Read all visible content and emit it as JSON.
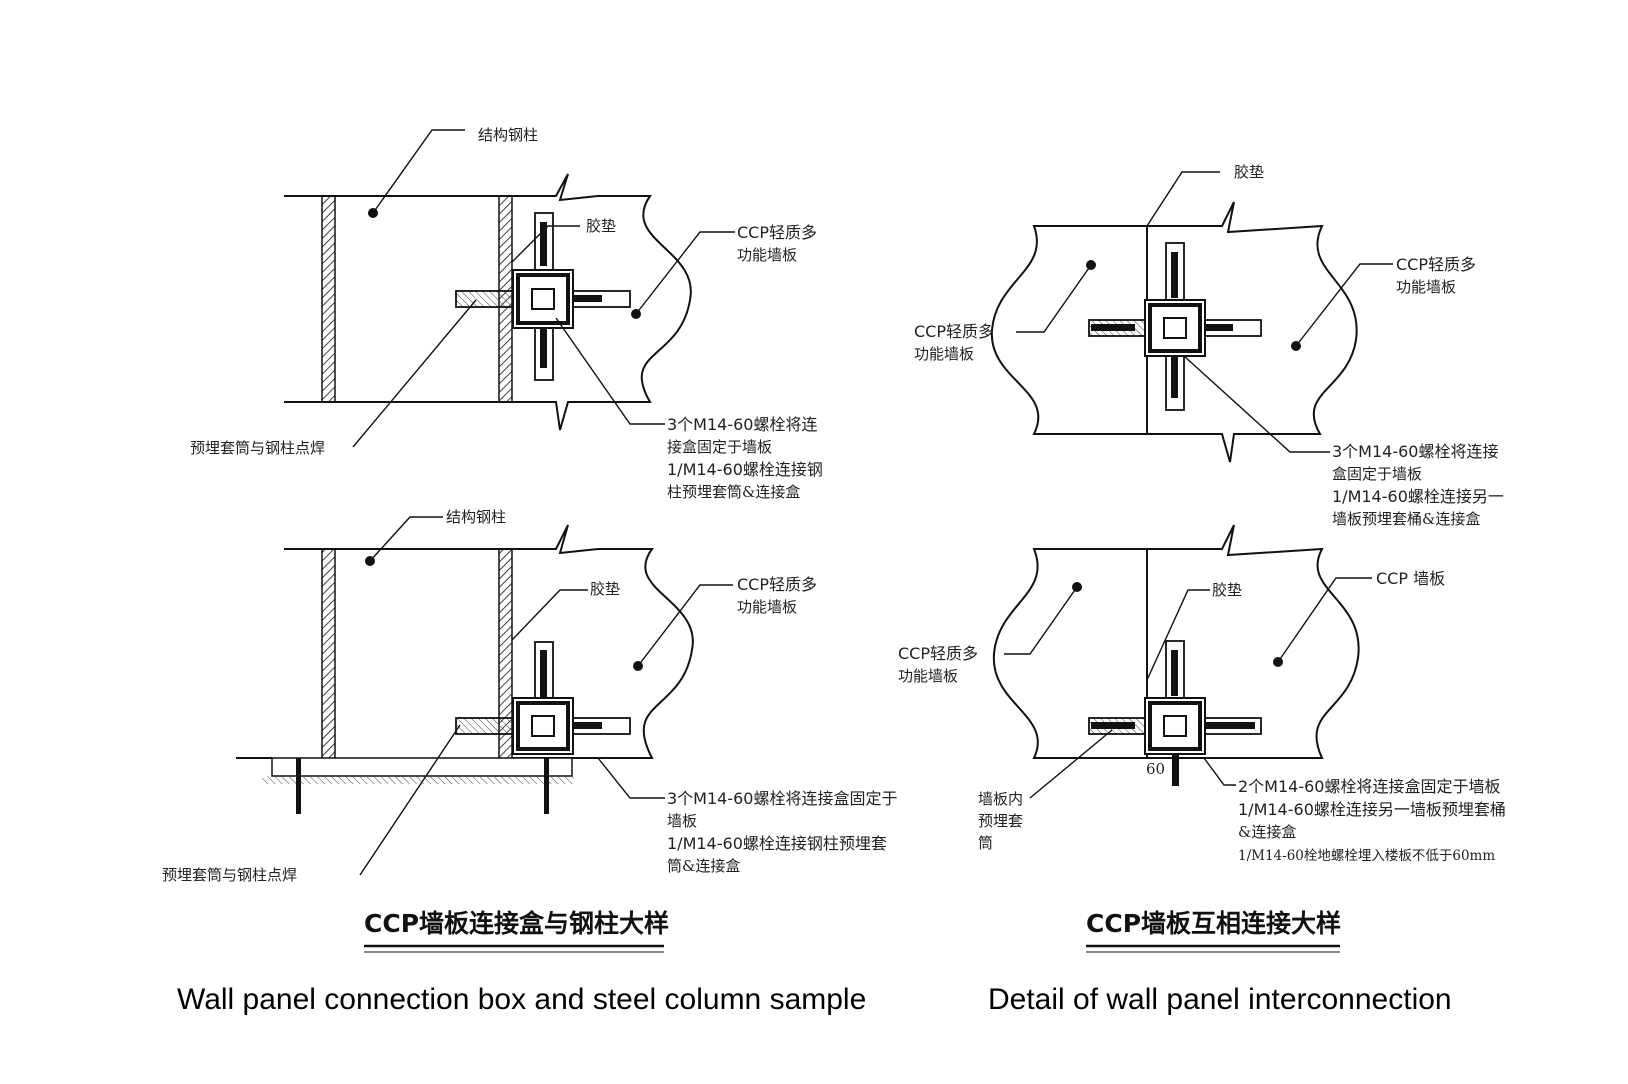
{
  "left": {
    "top": {
      "col_label": "结构钢柱",
      "pad_label": "胶垫",
      "panel_label": [
        "CCP轻质多",
        "功能墙板"
      ],
      "weld_label": "预埋套筒与钢柱点焊",
      "bolt_note": [
        "3个M14-60螺栓将连",
        "接盒固定于墙板",
        "1/M14-60螺栓连接钢",
        "柱预埋套筒&连接盒"
      ]
    },
    "bottom": {
      "col_label": "结构钢柱",
      "pad_label": "胶垫",
      "panel_label": [
        "CCP轻质多",
        "功能墙板"
      ],
      "weld_label": "预埋套筒与钢柱点焊",
      "bolt_note": [
        "3个M14-60螺栓将连接盒固定于",
        "墙板",
        "1/M14-60螺栓连接钢柱预埋套",
        "筒&连接盒"
      ]
    },
    "title": "CCP墙板连接盒与钢柱大样",
    "caption": "Wall panel connection box and steel column sample"
  },
  "right": {
    "top": {
      "pad_label": "胶垫",
      "panel_right": [
        "CCP轻质多",
        "功能墙板"
      ],
      "panel_left": [
        "CCP轻质多",
        "功能墙板"
      ],
      "bolt_note": [
        "3个M14-60螺栓将连接",
        "盒固定于墙板",
        "1/M14-60螺栓连接另一",
        "墙板预埋套桶&连接盒"
      ]
    },
    "bottom": {
      "pad_label": "胶垫",
      "panel_right": "CCP   墙板",
      "panel_left": [
        "CCP轻质多",
        "功能墙板"
      ],
      "sleeve_label": [
        "墙板内",
        "预埋套",
        "筒"
      ],
      "dim_label": "60",
      "bolt_note": [
        "2个M14-60螺栓将连接盒固定于墙板",
        "1/M14-60螺栓连接另一墙板预埋套桶",
        "&连接盒",
        "1/M14-60栓地螺栓埋入楼板不低于60mm"
      ]
    },
    "title": "CCP墙板互相连接大样",
    "caption": "Detail of wall panel interconnection"
  }
}
